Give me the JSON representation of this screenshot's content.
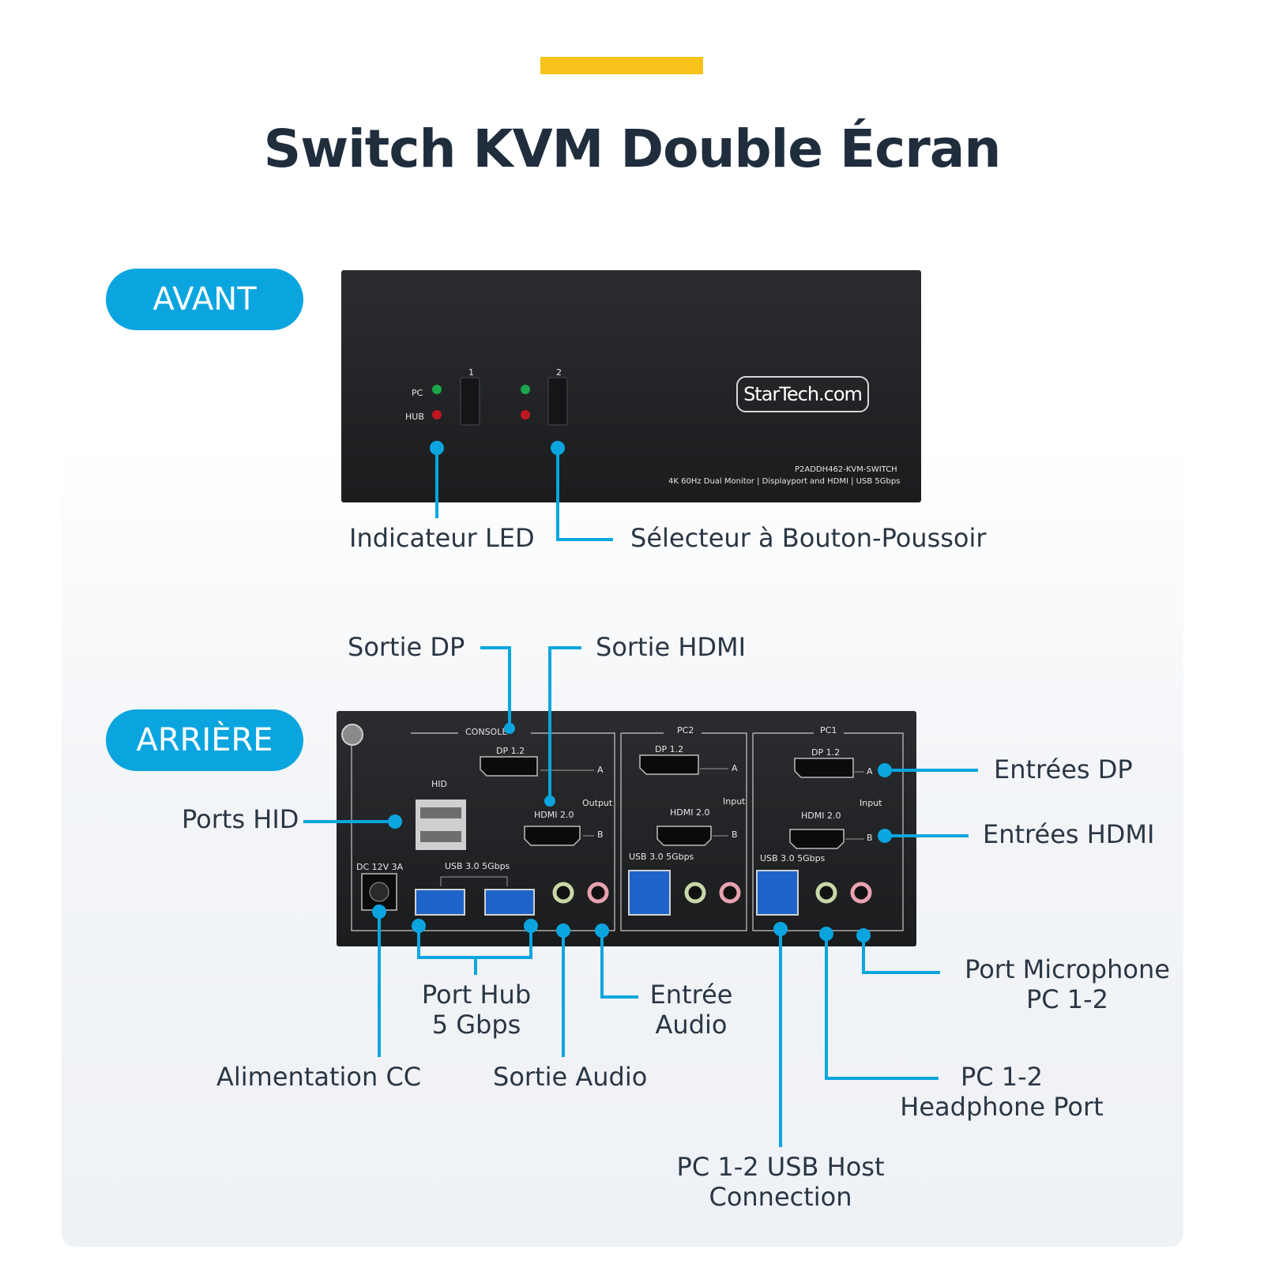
{
  "title": "Switch KVM Double Écran",
  "sections": {
    "front": "AVANT",
    "rear": "ARRIÈRE"
  },
  "front_device": {
    "brand": "StarTech.com",
    "led_pc": "PC",
    "led_hub": "HUB",
    "button_1": "1",
    "button_2": "2",
    "model": "P2ADDH462-KVM-SWITCH",
    "description": "4K 60Hz Dual Monitor | Displayport and HDMI | USB 5Gbps"
  },
  "rear_device": {
    "console": "CONSOLE",
    "pc2": "PC2",
    "pc1": "PC1",
    "dp12": "DP 1.2",
    "hdmi20": "HDMI 2.0",
    "a": "A",
    "b": "B",
    "output": "Output",
    "input": "Input",
    "hid": "HID",
    "usb": "USB 3.0 5Gbps",
    "dc": "DC 12V 3A"
  },
  "labels": {
    "led": "Indicateur LED",
    "selector": "Sélecteur à Bouton-Poussoir",
    "dp_out": "Sortie DP",
    "hdmi_out": "Sortie HDMI",
    "hid_ports": "Ports HID",
    "dp_in": "Entrées DP",
    "hdmi_in": "Entrées HDMI",
    "mic_line1": "Port Microphone",
    "mic_line2": "PC 1-2",
    "hub_line1": "Port Hub",
    "hub_line2": "5 Gbps",
    "audio_in_line1": "Entrée",
    "audio_in_line2": "Audio",
    "dc_power": "Alimentation CC",
    "audio_out": "Sortie Audio",
    "headphone_line1": "PC 1-2",
    "headphone_line2": "Headphone Port",
    "usb_host_line1": "PC 1-2 USB Host",
    "usb_host_line2": "Connection"
  },
  "colors": {
    "accent": "#f8c21a",
    "callout": "#0aa5df",
    "text": "#1f2d3d"
  }
}
